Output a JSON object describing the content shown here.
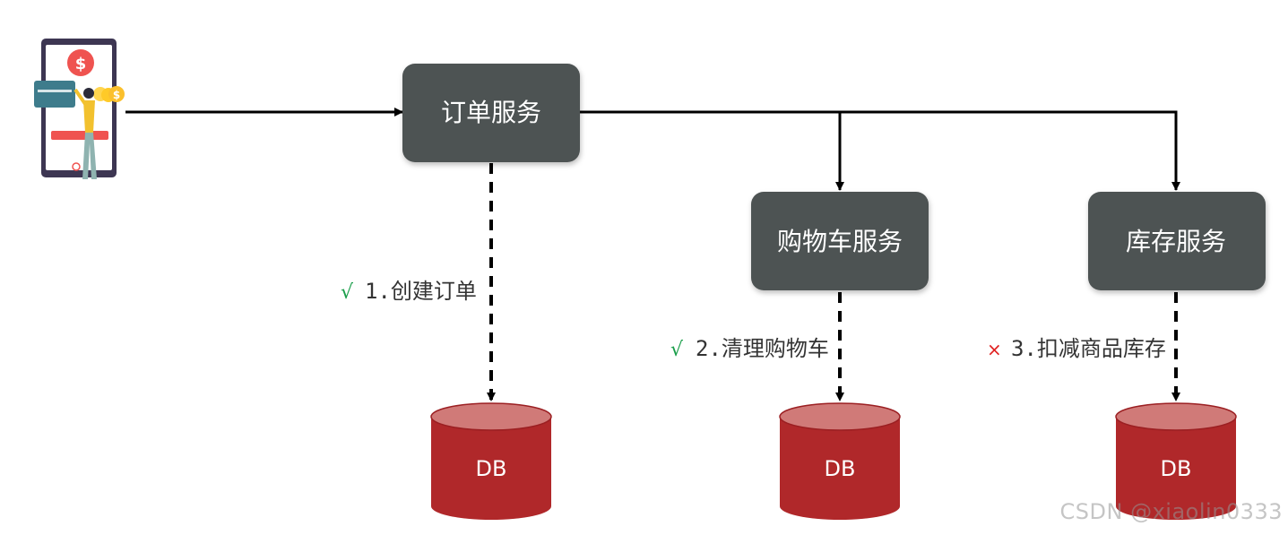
{
  "services": {
    "order": "订单服务",
    "cart": "购物车服务",
    "inventory": "库存服务"
  },
  "steps": [
    {
      "mark": "√",
      "text": "1.创建订单",
      "status": "success"
    },
    {
      "mark": "√",
      "text": "2.清理购物车",
      "status": "success"
    },
    {
      "mark": "×",
      "text": "3.扣减商品库存",
      "status": "failure"
    }
  ],
  "databases": [
    "DB",
    "DB",
    "DB"
  ],
  "watermark": "CSDN @xiaolin0333",
  "colors": {
    "box_fill": "#4d5252",
    "db_body": "#b0282a",
    "db_top": "#d07a78",
    "success": "#1a9e4a",
    "failure": "#e02020",
    "line": "#000000"
  },
  "icons": {
    "user": "mobile-payment-user-icon"
  }
}
